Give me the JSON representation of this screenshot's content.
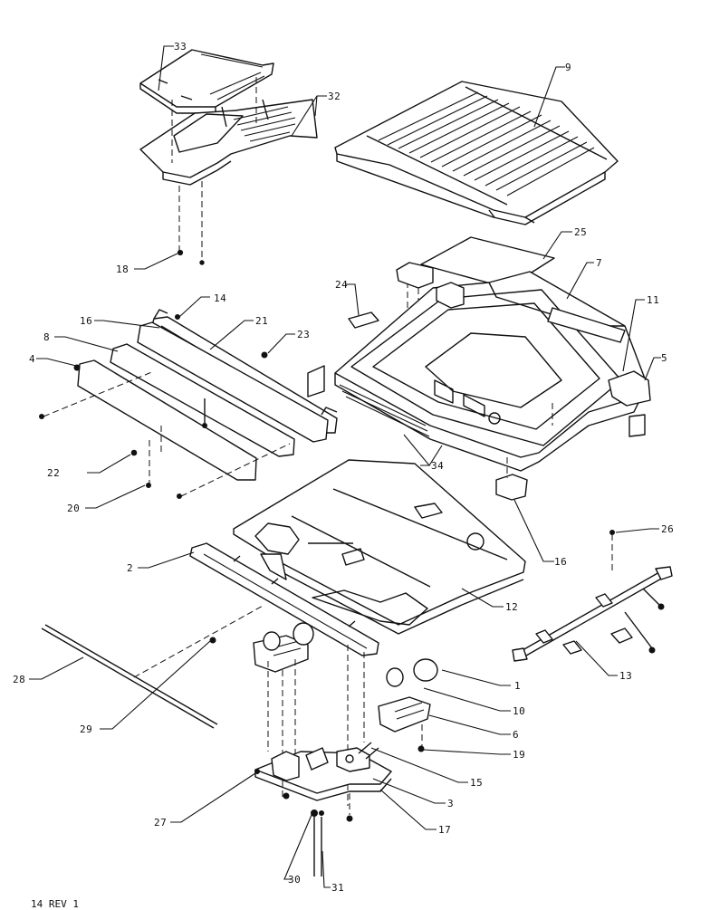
{
  "callouts": {
    "c33": "33",
    "c32": "32",
    "c9": "9",
    "c18": "18",
    "c25": "25",
    "c7": "7",
    "c14": "14",
    "c24": "24",
    "c16a": "16",
    "c21": "21",
    "c23": "23",
    "c11": "11",
    "c8": "8",
    "c4": "4",
    "c5": "5",
    "c22": "22",
    "c34": "34",
    "c20": "20",
    "c16b": "16",
    "c26": "26",
    "c2": "2",
    "c12": "12",
    "c1": "1",
    "c28": "28",
    "c13": "13",
    "c10": "10",
    "c6": "6",
    "c29": "29",
    "c19": "19",
    "c15": "15",
    "c3": "3",
    "c27": "27",
    "c17": "17",
    "c30": "30",
    "c31": "31"
  },
  "footer": {
    "revision": "14 REV 1"
  }
}
